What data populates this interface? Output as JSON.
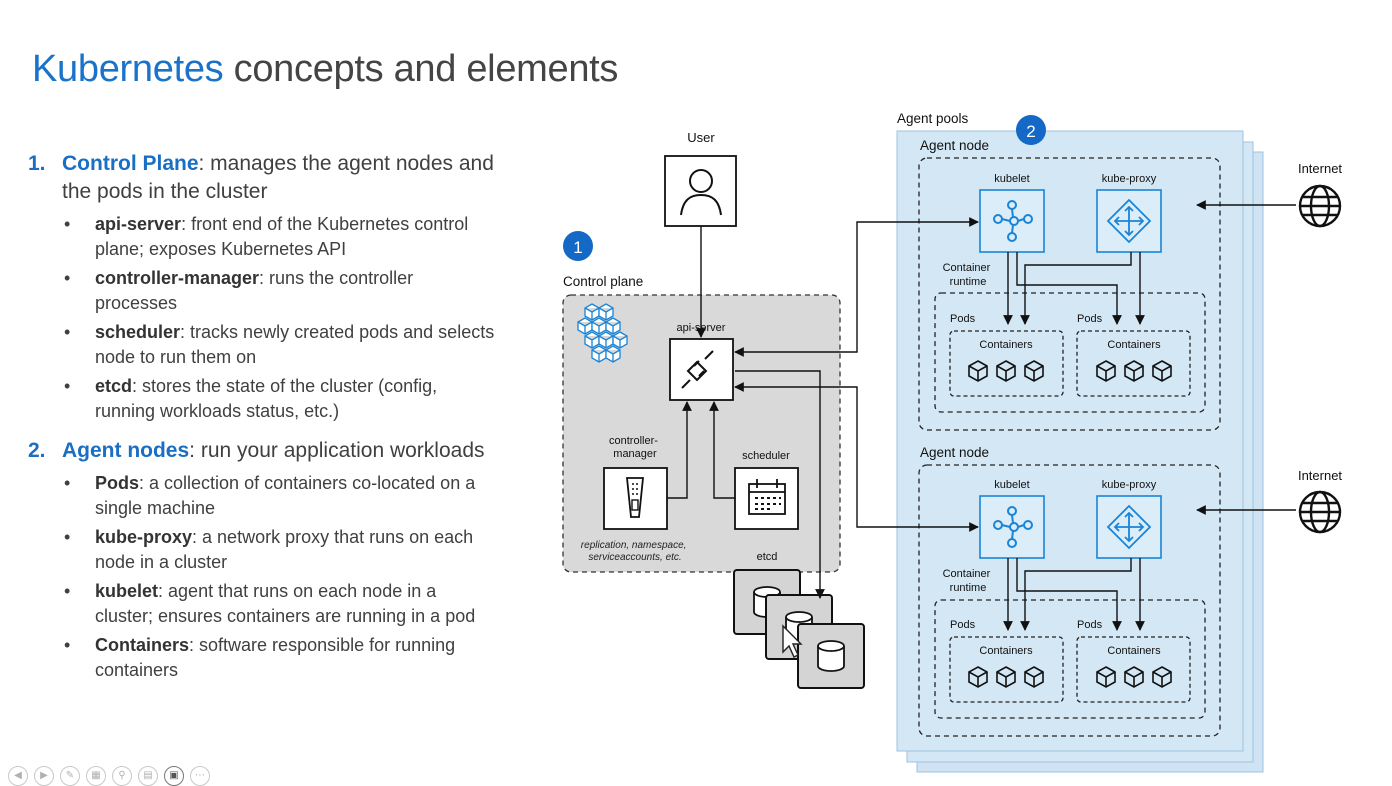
{
  "title": {
    "accent": "Kubernetes",
    "rest": " concepts and elements"
  },
  "sections": [
    {
      "num": "1.",
      "term": "Control Plane",
      "desc": ": manages the agent nodes and the pods in the cluster",
      "bullets": [
        {
          "term": "api-server",
          "desc": ": front end of the Kubernetes control plane; exposes Kubernetes API"
        },
        {
          "term": "controller-manager",
          "desc": ": runs the controller processes"
        },
        {
          "term": "scheduler",
          "desc": ": tracks newly created pods and selects node to run them on"
        },
        {
          "term": "etcd",
          "desc": ": stores the state of the cluster (config, running workloads status, etc.)"
        }
      ]
    },
    {
      "num": "2.",
      "term": "Agent nodes",
      "desc": ": run your application workloads",
      "bullets": [
        {
          "term": "Pods",
          "desc": ": a collection of containers co-located on a single machine"
        },
        {
          "term": "kube-proxy",
          "desc": ": a network proxy that runs on each node in a cluster"
        },
        {
          "term": "kubelet",
          "desc": ": agent that runs on each node in a cluster; ensures containers are running in a pod"
        },
        {
          "term": "Containers",
          "desc": ": software responsible for running containers"
        }
      ]
    }
  ],
  "diagram": {
    "user_label": "User",
    "control_plane_label": "Control plane",
    "badge1": "1",
    "badge2": "2",
    "api_server_label": "api-server",
    "controller_manager_label": [
      "controller-",
      "manager"
    ],
    "scheduler_label": "scheduler",
    "cm_note": [
      "replication, namespace,",
      "serviceaccounts, etc."
    ],
    "etcd_label": "etcd",
    "agent_pools_label": "Agent pools",
    "agent_node_label": "Agent node",
    "kubelet_label": "kubelet",
    "kube_proxy_label": "kube-proxy",
    "container_runtime_label": [
      "Container",
      "runtime"
    ],
    "pods_label": "Pods",
    "containers_label": "Containers",
    "internet_label": "Internet"
  },
  "colors": {
    "accent": "#1a73c8",
    "node_fill": "#d3e7f5",
    "icon_blue": "#1a84d6",
    "cp_fill": "#d9d9d9"
  }
}
